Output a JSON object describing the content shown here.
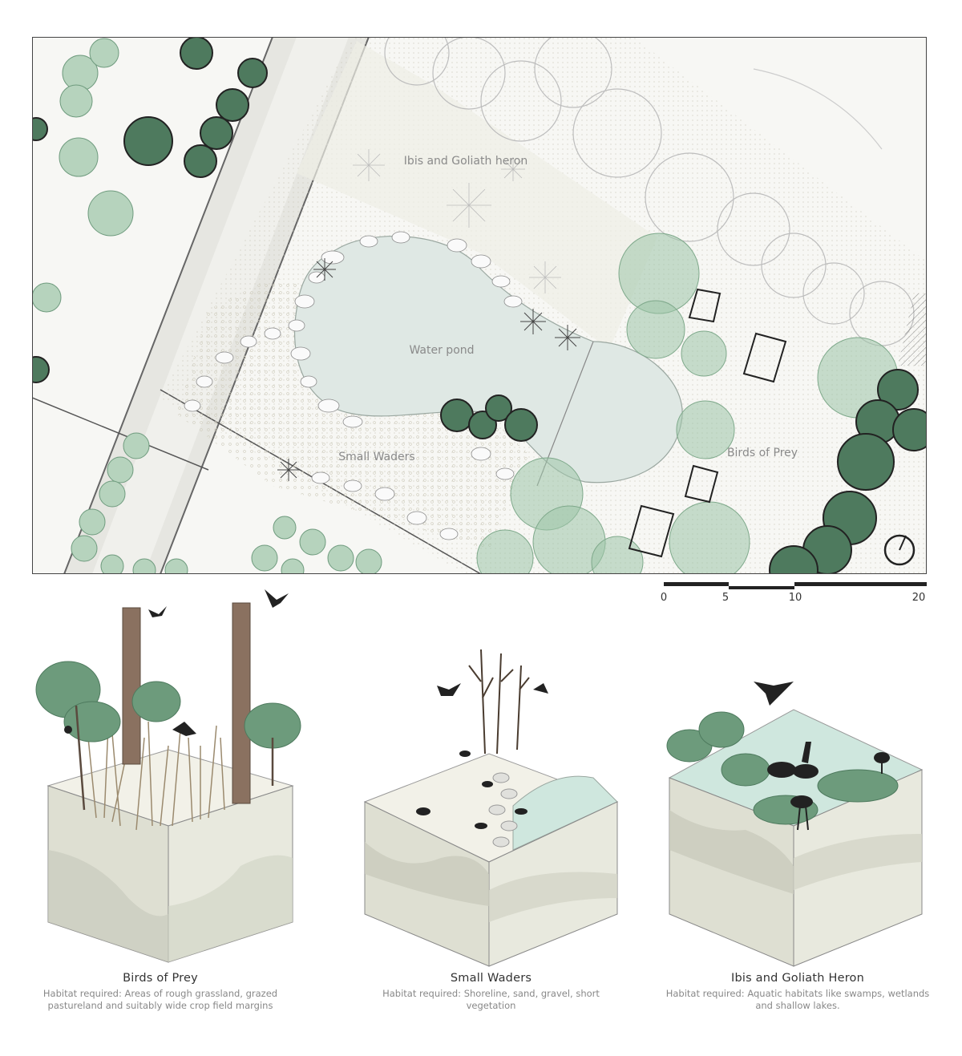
{
  "plan": {
    "labels": {
      "ibis_zone": "Ibis and Goliath heron",
      "water_pond": "Water pond",
      "small_waders_zone": "Small Waders",
      "birds_of_prey_zone": "Birds of Prey"
    },
    "colors": {
      "tree_dark": "#4e7a5e",
      "tree_light": "#9cc4a8",
      "water": "#dfe8e4",
      "ground": "#f4f3ec"
    }
  },
  "scale_bar": {
    "ticks": [
      "0",
      "5",
      "10",
      "20"
    ]
  },
  "habitats": [
    {
      "title": "Birds of Prey",
      "description": "Habitat required: Areas of rough grassland, grazed pastureland and suitably wide crop field margins"
    },
    {
      "title": "Small Waders",
      "description": "Habitat required: Shoreline, sand, gravel, short vegetation"
    },
    {
      "title": "Ibis and Goliath Heron",
      "description": "Habitat required: Aquatic habitats like swamps, wetlands and shallow lakes."
    }
  ]
}
